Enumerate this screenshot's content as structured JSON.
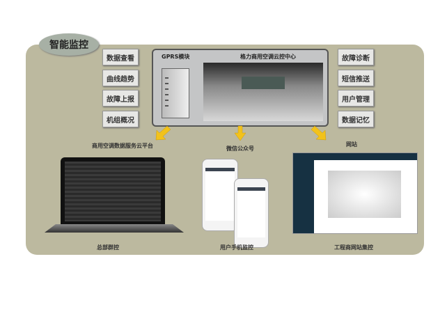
{
  "title": "智能监控",
  "left_functions": [
    "数据查看",
    "曲线趋势",
    "故障上报",
    "机组概况"
  ],
  "right_functions": [
    "故障诊断",
    "短信推送",
    "用户管理",
    "数据记忆"
  ],
  "center": {
    "module_label": "GPRS模块",
    "title": "格力商用空调云控中心"
  },
  "channels": [
    {
      "label": "商用空调数据服务云平台",
      "caption": "总部群控"
    },
    {
      "label": "微信公众号",
      "caption": "用户手机监控"
    },
    {
      "label": "网站",
      "caption": "工程商网站集控"
    }
  ],
  "colors": {
    "panel": "#bcb99f",
    "arrow": "#f2c21b"
  }
}
